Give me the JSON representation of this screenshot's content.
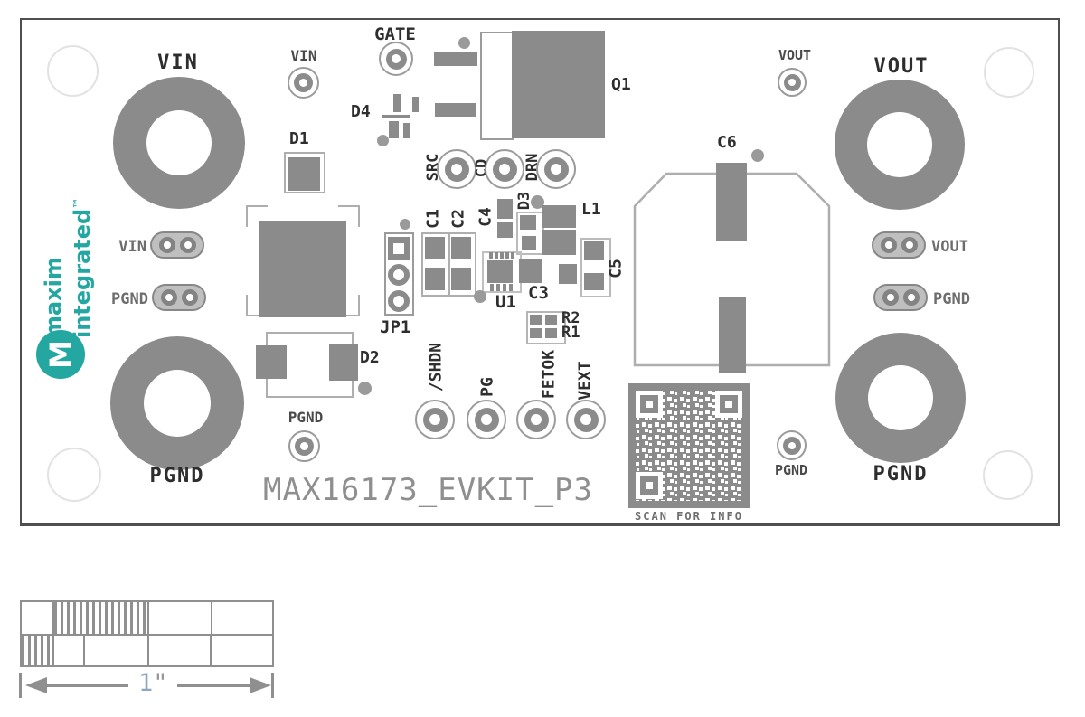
{
  "colors": {
    "teal": "#23A7A0",
    "component_gray": "#8B8B8B",
    "outline_gray": "#AEAEAE",
    "silk_text_gray": "#8F8F8F",
    "label_dark": "#2E2E2E",
    "dim_blue": "#8EA6C0"
  },
  "logo": {
    "line1": "maxim",
    "line2": "integrated",
    "tm": "™",
    "monogram": "M"
  },
  "power_pads": {
    "vin_big": "VIN",
    "vout_big": "VOUT",
    "pgnd_bl": "PGND",
    "pgnd_br": "PGND",
    "vin_pill": "VIN",
    "pgnd_pill_left": "PGND",
    "vout_pill": "VOUT",
    "pgnd_pill_right": "PGND"
  },
  "testpoints": {
    "vin": "VIN",
    "gate": "GATE",
    "vout": "VOUT",
    "pgnd_left": "PGND",
    "pgnd_right": "PGND",
    "src": "SRC",
    "cd": "CD",
    "drn": "DRN",
    "shdn": "/SHDN",
    "pg": "PG",
    "fetok": "FETOK",
    "vext": "VEXT"
  },
  "components": {
    "q1": "Q1",
    "d1": "D1",
    "d2": "D2",
    "d3": "D3",
    "d4": "D4",
    "u1": "U1",
    "l1": "L1",
    "jp1": "JP1",
    "c1": "C1",
    "c2": "C2",
    "c3": "C3",
    "c4": "C4",
    "c5": "C5",
    "c6": "C6",
    "r1": "R1",
    "r2": "R2"
  },
  "silkscreen": {
    "board_name": "MAX16173_EVKIT_P3",
    "qr_caption": "SCAN FOR INFO"
  },
  "scale": {
    "value": "1",
    "unit": "\""
  }
}
